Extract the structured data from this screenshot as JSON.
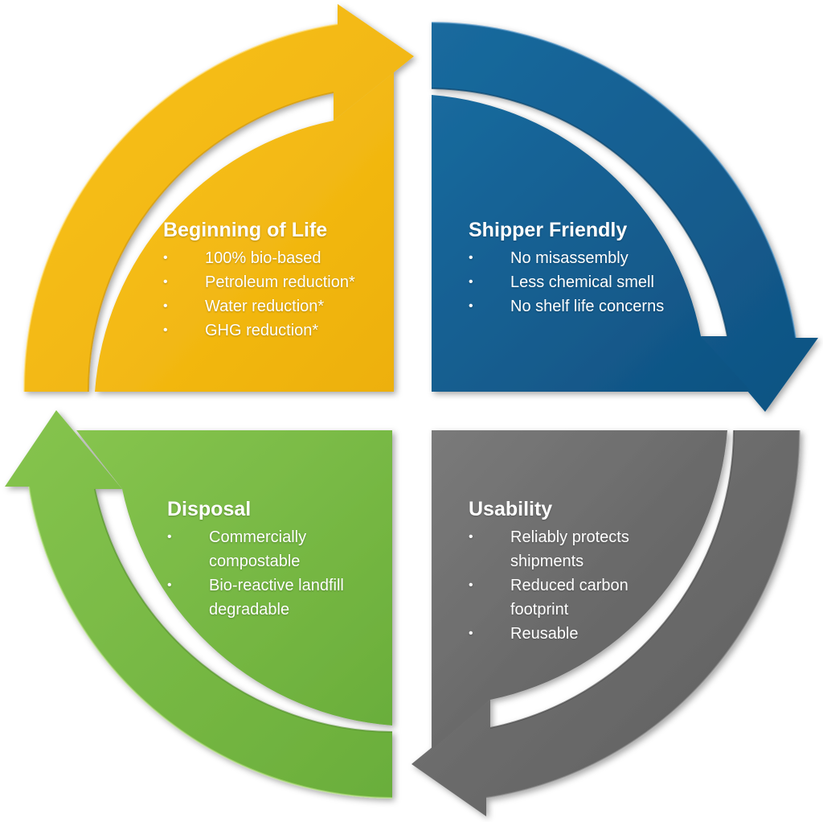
{
  "quadrants": [
    {
      "id": "top-left",
      "title": "Beginning of Life",
      "color": "#F2B50F",
      "items": [
        "100% bio-based",
        "Petroleum reduction*",
        "Water reduction*",
        "GHG reduction*"
      ]
    },
    {
      "id": "top-right",
      "title": "Shipper Friendly",
      "color": "#145E8F",
      "items": [
        "No misassembly",
        "Less chemical smell",
        "No shelf life concerns"
      ]
    },
    {
      "id": "bottom-left",
      "title": "Disposal",
      "color": "#77B843",
      "items": [
        "Commercially compostable",
        "Bio-reactive landfill degradable"
      ]
    },
    {
      "id": "bottom-right",
      "title": "Usability",
      "color": "#6B6B6B",
      "items": [
        "Reliably protects shipments",
        "Reduced carbon footprint",
        "Reusable"
      ]
    }
  ]
}
